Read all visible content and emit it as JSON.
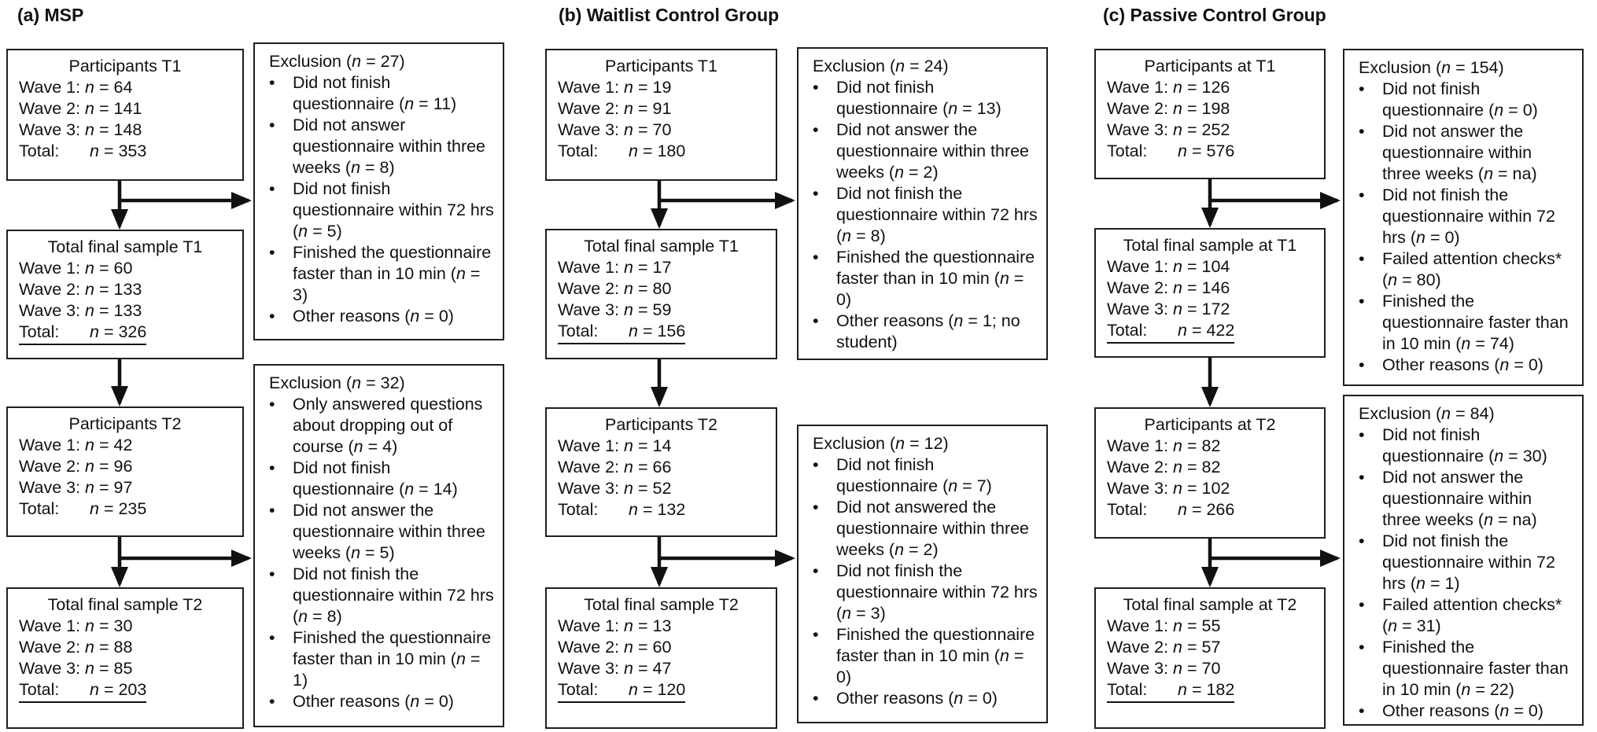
{
  "figure": {
    "background": "#ffffff",
    "line_color": "#111111"
  },
  "panels": [
    {
      "label": "(a) MSP",
      "flow_boxes": [
        {
          "title": "Participants T1",
          "lines": [
            "Wave 1: n = 64",
            "Wave 2: n = 141",
            "Wave 3: n = 148"
          ],
          "total_label": "Total:",
          "total_value": "n = 353"
        },
        {
          "title": "Total final sample T1",
          "lines": [
            "Wave 1: n = 60",
            "Wave 2: n = 133",
            "Wave 3: n = 133"
          ],
          "total_label": "Total:",
          "total_value": "n = 326"
        },
        {
          "title": "Participants T2",
          "lines": [
            "Wave 1: n = 42",
            "Wave 2: n = 96",
            "Wave 3: n = 97"
          ],
          "total_label": "Total:",
          "total_value": "n = 235"
        },
        {
          "title": "Total final sample T2",
          "lines": [
            "Wave 1: n = 30",
            "Wave 2: n = 88",
            "Wave 3: n = 85"
          ],
          "total_label": "Total:",
          "total_value": "n = 203"
        }
      ],
      "exclusion_boxes": [
        {
          "title": "Exclusion (n = 27)",
          "items": [
            "Did not finish questionnaire (n = 11)",
            "Did not answer questionnaire within three weeks (n = 8)",
            "Did not finish questionnaire within 72 hrs (n = 5)",
            "Finished the questionnaire faster than in 10 min (n = 3)",
            "Other reasons (n = 0)"
          ]
        },
        {
          "title": "Exclusion (n = 32)",
          "items": [
            "Only answered questions about dropping out of course (n = 4)",
            "Did not finish questionnaire (n = 14)",
            "Did not answer the questionnaire within three weeks (n = 5)",
            "Did not finish the questionnaire within 72 hrs  (n = 8)",
            "Finished the questionnaire faster than in 10 min (n = 1)",
            "Other reasons (n = 0)"
          ]
        }
      ]
    },
    {
      "label": "(b) Waitlist Control Group",
      "flow_boxes": [
        {
          "title": "Participants T1",
          "lines": [
            "Wave 1: n = 19",
            "Wave 2: n = 91",
            "Wave 3: n = 70"
          ],
          "total_label": "Total:",
          "total_value": "n = 180"
        },
        {
          "title": "Total final sample T1",
          "lines": [
            "Wave 1: n = 17",
            "Wave 2: n = 80",
            "Wave 3: n = 59"
          ],
          "total_label": "Total:",
          "total_value": "n = 156"
        },
        {
          "title": "Participants T2",
          "lines": [
            "Wave 1: n = 14",
            "Wave 2: n = 66",
            "Wave 3: n = 52"
          ],
          "total_label": "Total:",
          "total_value": "n = 132"
        },
        {
          "title": "Total final sample T2",
          "lines": [
            "Wave 1: n = 13",
            "Wave 2: n = 60",
            "Wave 3: n = 47"
          ],
          "total_label": "Total:",
          "total_value": "n = 120"
        }
      ],
      "exclusion_boxes": [
        {
          "title": "Exclusion (n = 24)",
          "items": [
            "Did not finish questionnaire (n = 13)",
            "Did not answer the questionnaire within three weeks (n = 2)",
            "Did not finish the questionnaire within 72 hrs (n = 8)",
            "Finished the questionnaire faster than in 10 min (n = 0)",
            "Other reasons (n = 1; no student)"
          ]
        },
        {
          "title": "Exclusion (n = 12)",
          "items": [
            "Did not finish questionnaire (n = 7)",
            "Did not answered the questionnaire within three weeks (n = 2)",
            "Did not finish the questionnaire within 72 hrs (n = 3)",
            "Finished the questionnaire faster than in 10 min (n = 0)",
            "Other reasons (n = 0)"
          ]
        }
      ]
    },
    {
      "label": "(c) Passive Control Group",
      "flow_boxes": [
        {
          "title": "Participants at T1",
          "lines": [
            "Wave 1: n = 126",
            "Wave 2: n = 198",
            "Wave 3: n = 252"
          ],
          "total_label": "Total:",
          "total_value": "n = 576"
        },
        {
          "title": "Total final sample at T1",
          "lines": [
            "Wave 1: n = 104",
            "Wave 2: n = 146",
            "Wave 3: n = 172"
          ],
          "total_label": "Total:",
          "total_value": "n = 422"
        },
        {
          "title": "Participants at T2",
          "lines": [
            "Wave 1: n = 82",
            "Wave 2: n = 82",
            "Wave 3: n = 102"
          ],
          "total_label": "Total:",
          "total_value": "n = 266"
        },
        {
          "title": "Total final sample at T2",
          "lines": [
            "Wave 1: n = 55",
            "Wave 2: n = 57",
            "Wave 3: n = 70"
          ],
          "total_label": "Total:",
          "total_value": "n = 182"
        }
      ],
      "exclusion_boxes": [
        {
          "title": "Exclusion (n = 154)",
          "items": [
            "Did not finish questionnaire (n = 0)",
            "Did not answer the questionnaire within three weeks (n = na)",
            "Did not finish the questionnaire within 72 hrs (n = 0)",
            "Failed attention checks* (n = 80)",
            "Finished the questionnaire faster than in 10 min (n = 74)",
            "Other reasons (n = 0)"
          ]
        },
        {
          "title": "Exclusion (n = 84)",
          "items": [
            "Did not finish questionnaire (n = 30)",
            "Did not answer the questionnaire within three weeks (n = na)",
            "Did not finish the questionnaire within 72 hrs (n = 1)",
            "Failed attention checks* (n = 31)",
            "Finished the questionnaire faster than in 10 min (n = 22)",
            "Other reasons (n = 0)"
          ]
        }
      ]
    }
  ]
}
